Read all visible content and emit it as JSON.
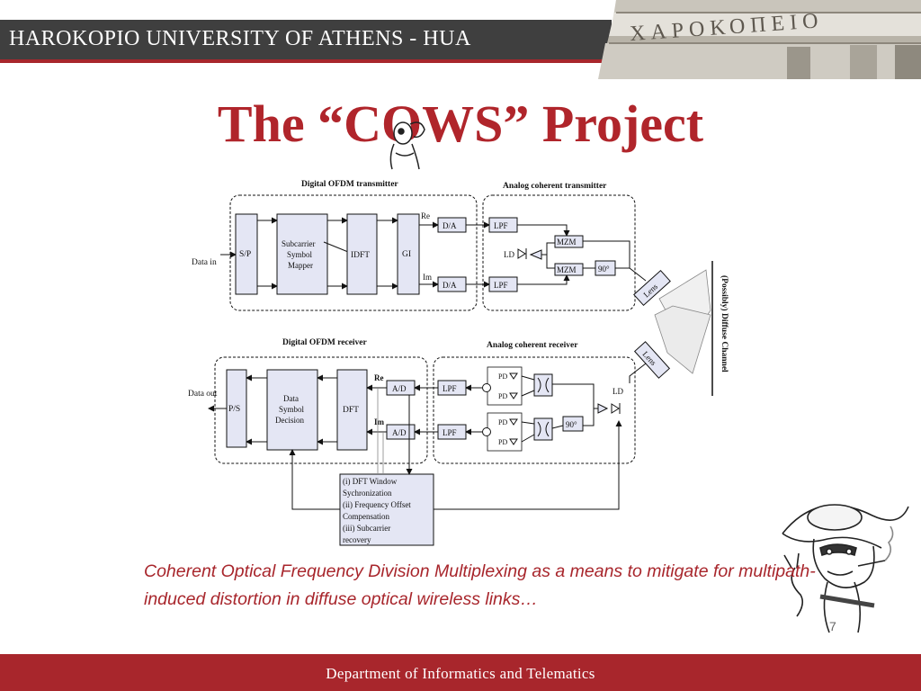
{
  "header": {
    "institution": "HAROKOPIO UNIVERSITY OF ATHENS - HUA",
    "building_inscription": "ΧΑΡΟΚΟΠΕΙΟ"
  },
  "slide": {
    "title": "The “COWS” Project",
    "page_number": "7",
    "caption": "Coherent Optical Frequency Division Multiplexing as a means to mitigate for multipath-induced distortion in diffuse optical wireless links…"
  },
  "footer": {
    "department": "Department of Informatics and Telematics"
  },
  "diagram": {
    "tx_digital_label": "Digital OFDM transmitter",
    "tx_analog_label": "Analog coherent transmitter",
    "rx_digital_label": "Digital OFDM receiver",
    "rx_analog_label": "Analog coherent receiver",
    "channel_label": "(Possibly) Diffuse Channel",
    "lens": "Lens",
    "tx": {
      "data_in": "Data in",
      "sp": "S/P",
      "mapper": [
        "Subcarrier",
        "Symbol",
        "Mapper"
      ],
      "idft": "IDFT",
      "gi": "GI",
      "re": "Re",
      "im": "Im",
      "da": "D/A",
      "lpf": "LPF",
      "ld": "LD",
      "mzm": "MZM",
      "phase": "90°"
    },
    "rx": {
      "data_out": "Data out",
      "ps": "P/S",
      "decision": [
        "Data",
        "Symbol",
        "Decision"
      ],
      "dft": "DFT",
      "re": "Re",
      "im": "Im",
      "ad": "A/D",
      "lpf": "LPF",
      "pd": "PD",
      "ld": "LD",
      "phase": "90°",
      "sync": [
        "(i) DFT Window",
        "Sychronization",
        "(ii) Frequency Offset",
        "Compensation",
        "(iii) Subcarrier",
        "recovery"
      ]
    }
  },
  "colors": {
    "brand_red": "#a8262c",
    "title_red": "#b0252b",
    "header_gray": "#3f3f3f",
    "block_fill": "#e4e6f4"
  }
}
